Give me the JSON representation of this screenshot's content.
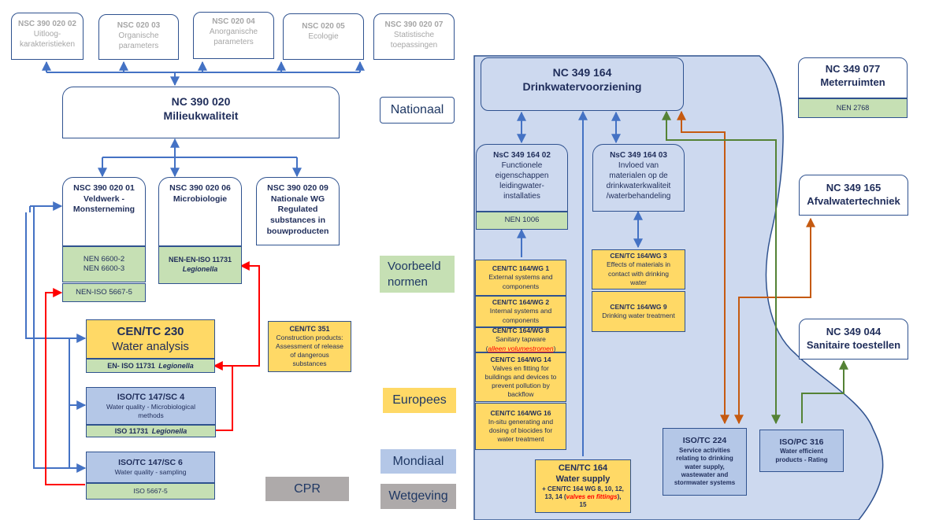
{
  "top_row": [
    {
      "code": "NSC 390 020 02",
      "lines": [
        "Uitloog-",
        "karakteristieken"
      ]
    },
    {
      "code": "NSC 020 03",
      "lines": [
        "Organische",
        "parameters"
      ]
    },
    {
      "code": "NSC 020 04",
      "lines": [
        "Anorganische",
        "parameters"
      ]
    },
    {
      "code": "NSC 020 05",
      "lines": [
        "Ecologie",
        ""
      ]
    },
    {
      "code": "NSC 390 020 07",
      "lines": [
        "Statistische",
        "toepassingen"
      ]
    }
  ],
  "nc390020": {
    "code": "NC 390 020",
    "name": "Milieukwaliteit"
  },
  "sub": [
    {
      "code": "NSC 390 020 01",
      "lines": [
        "Veldwerk -",
        "Monsterneming"
      ],
      "norms": [
        "NEN 6600-2",
        "NEN 6600-3"
      ],
      "extra": "NEN-ISO 5667-5"
    },
    {
      "code": "NSC 390 020 06",
      "lines": [
        "Microbiologie"
      ],
      "norm_code": "NEN-EN-ISO 11731",
      "norm_italic": "Legionella"
    },
    {
      "code": "NSC 390 020 09",
      "lines": [
        "Nationale WG",
        "Regulated",
        "substances in",
        "bouwproducten"
      ]
    }
  ],
  "cen230": {
    "code": "CEN/TC 230",
    "name": "Water analysis",
    "norm_code": "EN- ISO 11731",
    "norm_italic": "Legionella"
  },
  "cen351": {
    "code": "CEN/TC 351",
    "lines": [
      "Construction products:",
      "Assessment of release",
      "of dangerous",
      "substances"
    ]
  },
  "iso147sc4": {
    "code": "ISO/TC 147/SC 4",
    "lines": [
      "Water quality - Microbiological",
      "methods"
    ],
    "norm_code": "ISO 11731",
    "norm_italic": "Legionella"
  },
  "iso147sc6": {
    "code": "ISO/TC 147/SC 6",
    "lines": [
      "Water quality - sampling"
    ],
    "norm": "ISO 5667-5"
  },
  "legend": {
    "nationaal": "Nationaal",
    "voorbeeld": [
      "Voorbeeld",
      "normen"
    ],
    "europees": "Europees",
    "mondiaal": "Mondiaal",
    "wetgeving": "Wetgeving",
    "cpr": "CPR"
  },
  "nc349164": {
    "code": "NC 349 164",
    "name": "Drinkwatervoorziening"
  },
  "nsc34916402": {
    "code": "NsC 349 164 02",
    "lines": [
      "Functionele",
      "eigenschappen",
      "leidingwater-",
      "installaties"
    ],
    "norm": "NEN 1006"
  },
  "nsc34916403": {
    "code": "NsC 349 164 03",
    "lines": [
      "Invloed van",
      "materialen op de",
      "drinkwaterkwaliteit",
      "/waterbehandeling"
    ]
  },
  "wg_left": [
    {
      "code": "CEN/TC 164/WG 1",
      "lines": [
        "External systems and",
        "components"
      ]
    },
    {
      "code": "CEN/TC 164/WG 2",
      "lines": [
        "Internal systems and",
        "components"
      ]
    },
    {
      "code": "CEN/TC 164/WG 8",
      "lines": [
        "Sanitary tapware"
      ],
      "red": "alleen volumestromen"
    },
    {
      "code": "CEN/TC 164/WG 14",
      "lines": [
        "Valves en fitting for",
        "buildings and devices to",
        "prevent pollution by",
        "backflow"
      ]
    },
    {
      "code": "CEN/TC 164/WG 16",
      "lines": [
        "In-situ generating and",
        "dosing of biocides for",
        "water treatment"
      ]
    }
  ],
  "wg_right": [
    {
      "code": "CEN/TC 164/WG 3",
      "lines": [
        "Effects of materials in",
        "contact with drinking",
        "water"
      ]
    },
    {
      "code": "CEN/TC 164/WG 9",
      "lines": [
        "Drinking water treatment"
      ]
    }
  ],
  "cen164": {
    "code": "CEN/TC 164",
    "name": "Water supply",
    "line1": "+ CEN/TC 164 WG 8, 10, 12,",
    "line2_pre": "13, 14 (",
    "line2_red": "valves en fittings",
    "line2_post": "),",
    "line3": "15"
  },
  "iso224": {
    "code": "ISO/TC 224",
    "lines": [
      "Service activities",
      "relating to drinking",
      "water supply,",
      "wastewater and",
      "stormwater systems"
    ]
  },
  "iso316": {
    "code": "ISO/PC 316",
    "lines": [
      "Water efficient",
      "products - Rating"
    ]
  },
  "nc349077": {
    "code": "NC 349 077",
    "name": "Meterruimten",
    "norm": "NEN 2768"
  },
  "nc349165": {
    "code": "NC 349 165",
    "name": "Afvalwatertechniek"
  },
  "nc349044": {
    "code": "NC 349 044",
    "name": "Sanitaire toestellen"
  },
  "colors": {
    "blue_line": "#4472c4",
    "red_line": "#ff0000",
    "orange_line": "#c55a11",
    "green_line": "#548235",
    "region_fill": "#cdd9ef"
  }
}
